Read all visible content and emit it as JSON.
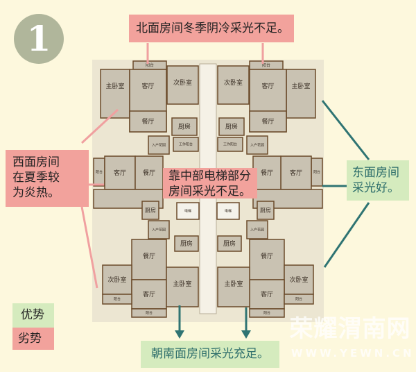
{
  "badge": {
    "number": "1"
  },
  "callouts": {
    "north": "北面房间冬季阴冷采光不足。",
    "west": [
      "西面房间",
      "在夏季较",
      "为炎热。"
    ],
    "center": [
      "靠中部电梯部分",
      "房间采光不足。"
    ],
    "east": [
      "东面房间",
      "采光好。"
    ],
    "south": "朝南面房间采光充足。"
  },
  "legend": {
    "advantage": "优势",
    "disadvantage": "劣势"
  },
  "colors": {
    "advantage": "#d5ebbe",
    "disadvantage": "#f2a29c",
    "advantage_line": "#2f7473",
    "disadvantage_line": "#f0a0a0"
  },
  "floor_plan": {
    "labels": {
      "master_bedroom": "主卧室",
      "living_room": "客厅",
      "second_bedroom": "次卧室",
      "dining_room": "餐厅",
      "kitchen": "厨房",
      "balcony": "阳台",
      "entry_garden": "入户花园",
      "work_balcony": "工作阳台",
      "elevator": "电梯"
    }
  },
  "watermark": {
    "name": "荣耀渭南网",
    "url": "WWW.YEWN.CN"
  }
}
